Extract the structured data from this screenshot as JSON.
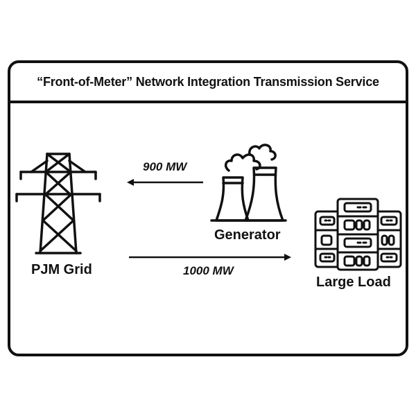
{
  "title": "“Front-of-Meter” Network Integration Transmission Service",
  "nodes": {
    "grid": {
      "label": "PJM Grid",
      "icon": "transmission-tower-icon"
    },
    "generator": {
      "label": "Generator",
      "icon": "power-plant-icon"
    },
    "load": {
      "label": "Large Load",
      "icon": "server-rack-icon"
    }
  },
  "flows": [
    {
      "from": "Generator",
      "to": "PJM Grid",
      "label": "900 MW"
    },
    {
      "from": "PJM Grid",
      "to": "Large Load",
      "label": "1000 MW"
    }
  ]
}
